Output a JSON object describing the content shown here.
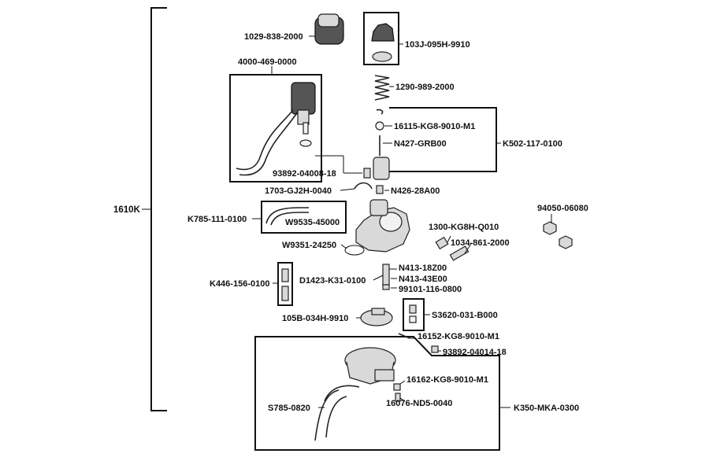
{
  "diagram": {
    "assembly_label": "1610K",
    "parts": {
      "p1029_838_2000": "1029-838-2000",
      "p4000_469_0000": "4000-469-0000",
      "p103J_095H_9910": "103J-095H-9910",
      "p1290_989_2000": "1290-989-2000",
      "p16115_KG8_9010_M1": "16115-KG8-9010-M1",
      "pN427_GRB00": "N427-GRB00",
      "pK502_117_0100": "K502-117-0100",
      "p93892_04008_18": "93892-04008-18",
      "p1703_GJ2H_0040": "1703-GJ2H-0040",
      "pN426_28A00": "N426-28A00",
      "pK785_111_0100": "K785-111-0100",
      "pW9535_45000": "W9535-45000",
      "p94050_06080": "94050-06080",
      "p1300_KG8H_Q010": "1300-KG8H-Q010",
      "p1034_861_2000": "1034-861-2000",
      "pW9351_24250": "W9351-24250",
      "pN413_18Z00": "N413-18Z00",
      "pK446_156_0100": "K446-156-0100",
      "pD1423_K31_0100": "D1423-K31-0100",
      "pN413_43E00": "N413-43E00",
      "p99101_116_0800": "99101-116-0800",
      "p105B_034H_9910": "105B-034H-9910",
      "pS3620_031_B000": "S3620-031-B000",
      "p16152_KG8_9010_M1": "16152-KG8-9010-M1",
      "p93892_04014_18": "93892-04014-18",
      "p16162_KG8_9010_M1": "16162-KG8-9010-M1",
      "pS785_0820": "S785-0820",
      "p16076_ND5_0040": "16076-ND5-0040",
      "pK350_MKA_0300": "K350-MKA-0300"
    }
  }
}
